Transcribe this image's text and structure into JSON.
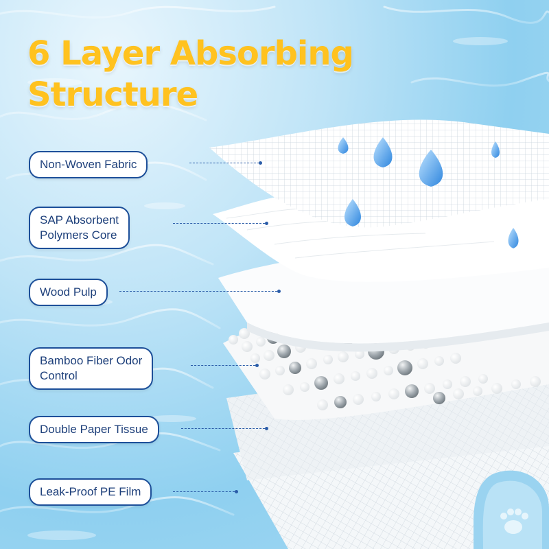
{
  "title": {
    "line1": "6 Layer Absorbing",
    "line2": "Structure"
  },
  "layers": [
    {
      "id": "non-woven-fabric",
      "label": "Non-Woven Fabric"
    },
    {
      "id": "sap-core",
      "label": "SAP Absorbent\nPolymers Core"
    },
    {
      "id": "wood-pulp",
      "label": "Wood Pulp"
    },
    {
      "id": "bamboo-fiber",
      "label": "Bamboo Fiber Odor\nControl"
    },
    {
      "id": "double-paper-tissue",
      "label": "Double Paper Tissue"
    },
    {
      "id": "leak-proof-pe-film",
      "label": "Leak-Proof PE Film"
    }
  ],
  "colors": {
    "title": "#ffc21f",
    "label_border": "#1d4f99",
    "label_text": "#1d3f7a",
    "water": "#8fd0f0",
    "droplet": "#4a9be6"
  },
  "icons": [
    "water-droplet-icon",
    "paw-print-icon"
  ]
}
